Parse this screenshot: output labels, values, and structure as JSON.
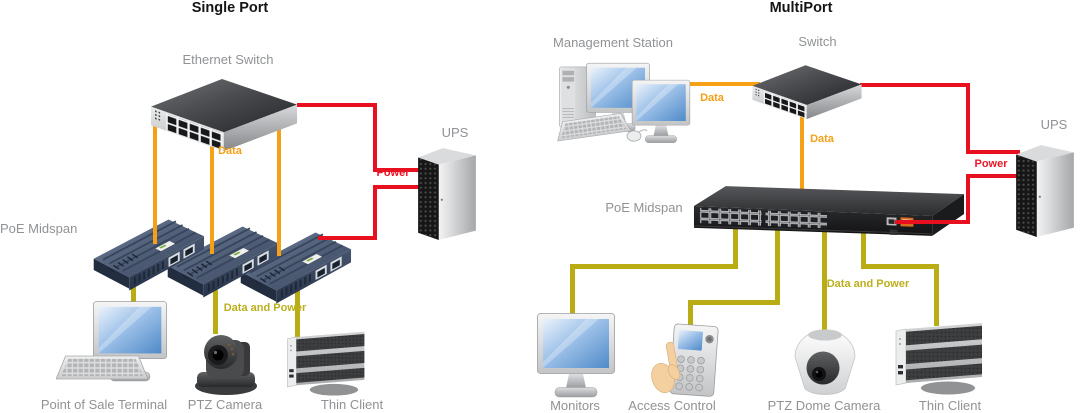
{
  "colors": {
    "data_line": "#F5A017",
    "power_line": "#E8101E",
    "data_and_power_line": "#B9AC15",
    "device_label_gray": "#909295",
    "title_black": "#141414"
  },
  "single_port": {
    "title": "Single Port",
    "device_labels": {
      "ethernet_switch": "Ethernet Switch",
      "ups": "UPS",
      "poe_midspan": "PoE Midspan",
      "point_of_sale_terminal": "Point of Sale Terminal",
      "ptz_camera": "PTZ Camera",
      "thin_client": "Thin Client"
    },
    "connection_labels": {
      "data": "Data",
      "power": "Power",
      "data_and_power": "Data and Power"
    }
  },
  "multi_port": {
    "title": "MultiPort",
    "device_labels": {
      "management_station": "Management Station",
      "switch": "Switch",
      "ups": "UPS",
      "poe_midspan": "PoE Midspan",
      "monitors": "Monitors",
      "access_control": "Access Control",
      "ptz_dome_camera": "PTZ Dome Camera",
      "thin_client": "Thin Client"
    },
    "connection_labels": {
      "data_to_switch": "Data",
      "data_to_midspan": "Data",
      "power": "Power",
      "data_and_power": "Data and Power"
    }
  }
}
